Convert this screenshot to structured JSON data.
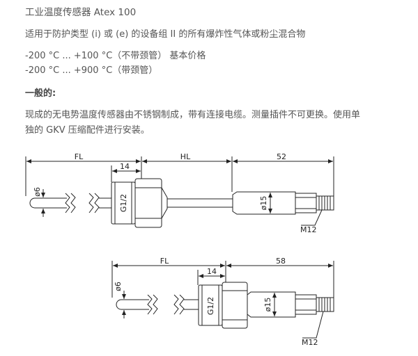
{
  "product_title": "工业温度传感器 Atex 100",
  "application": "适用于防护类型 (i) 或 (e) 的设备组 II 的所有爆炸性气体或粉尘混合物",
  "ranges": [
    "-200 °C ... +100 °C（不带颈管） 基本价格",
    "-200 °C ... +900 °C（带颈管）"
  ],
  "general_heading": "一般的:",
  "description_lines": [
    "现成的无电势温度传感器由不锈钢制成，带有连接电缆。测量插件不可更换。使用单",
    "独的 GKV 压缩配件进行安装。"
  ],
  "drawing_top": {
    "dim_fl": "FL",
    "dim_hl": "HL",
    "dim_right": "52",
    "dim_fitting": "14",
    "dim_tube_dia": "ø6",
    "thread": "G1/2",
    "body_dia": "ø15",
    "connector": "M12"
  },
  "drawing_bottom": {
    "dim_fl": "FL",
    "dim_right": "58",
    "dim_fitting": "14",
    "dim_tube_dia": "ø6",
    "thread": "G1/2",
    "body_dia": "ø15",
    "connector": "M12"
  }
}
